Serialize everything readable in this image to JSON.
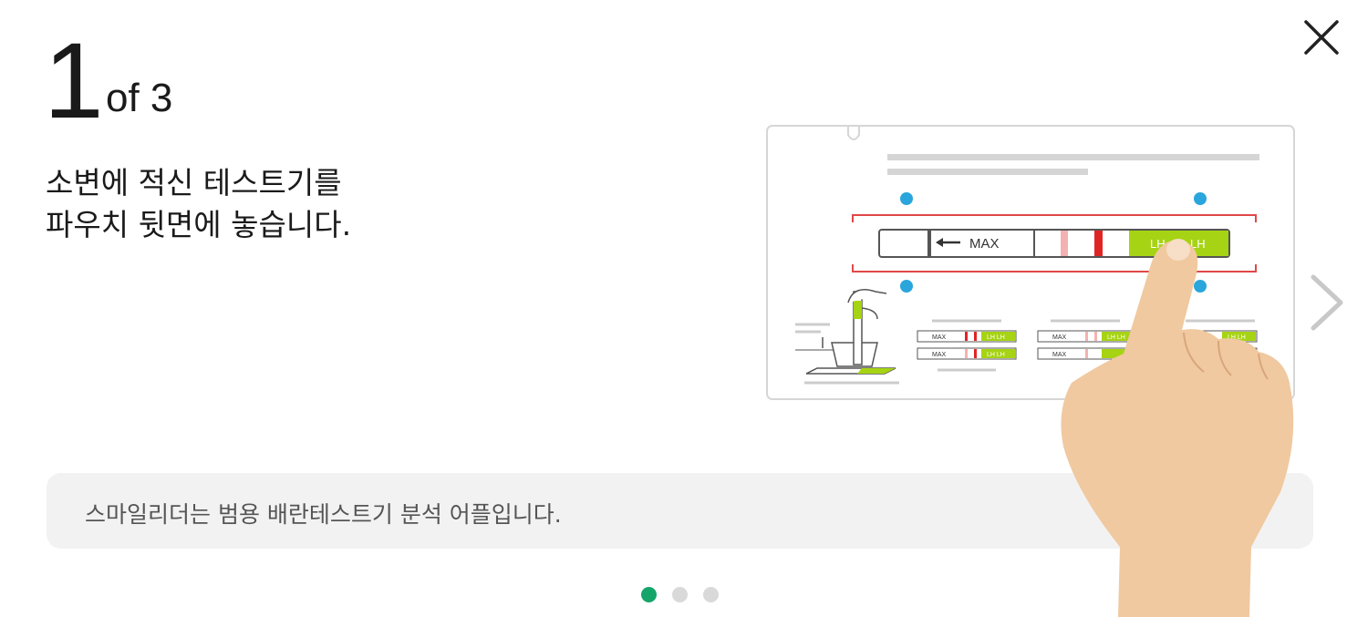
{
  "step": {
    "current": "1",
    "of_label": "of 3"
  },
  "instruction": {
    "line1": "소변에 적신 테스트기를",
    "line2": "파우치 뒷면에 놓습니다."
  },
  "illustration": {
    "strip_max_label": "MAX",
    "strip_lh_label1": "LH",
    "strip_lh_label2": "LH",
    "mini_max_label": "MAX",
    "mini_lh_label": "LH  LH"
  },
  "info_bar": {
    "text": "스마일리더는 범용 배란테스트기 분석 어플입니다."
  },
  "pagination": {
    "total": 3,
    "active_index": 0
  },
  "colors": {
    "accent": "#15a56a",
    "dot_inactive": "#d9d9d9",
    "strip_green": "#a6d313",
    "guide_red": "#e04848",
    "marker_blue": "#2aa6dc",
    "skin": "#f0c9a0"
  },
  "icons": {
    "close": "close-icon",
    "next": "chevron-right-icon"
  }
}
